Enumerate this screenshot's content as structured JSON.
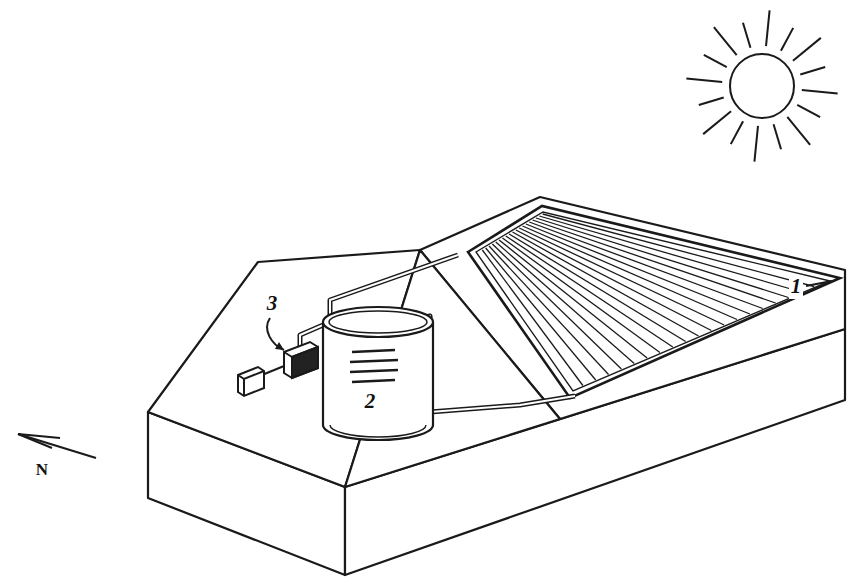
{
  "diagram": {
    "labels": [
      "1",
      "2",
      "3",
      "N"
    ]
  }
}
